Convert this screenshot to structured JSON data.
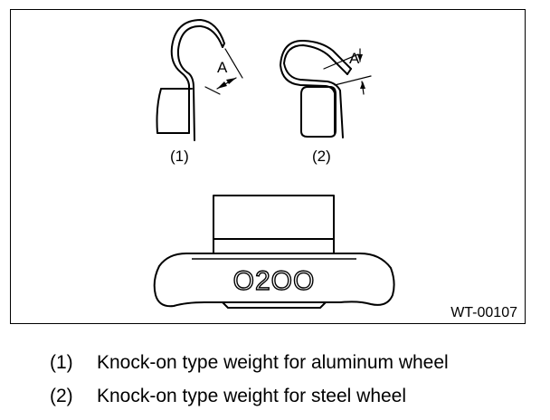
{
  "figure": {
    "part1_label": "(1)",
    "part2_label": "(2)",
    "dimension_label_1": "A",
    "dimension_label_2": "A",
    "weight_marking": "O2OO",
    "figure_code": "WT-00107"
  },
  "legend": [
    {
      "number": "(1)",
      "text": "Knock-on type weight for aluminum wheel"
    },
    {
      "number": "(2)",
      "text": "Knock-on type weight for steel wheel"
    }
  ]
}
